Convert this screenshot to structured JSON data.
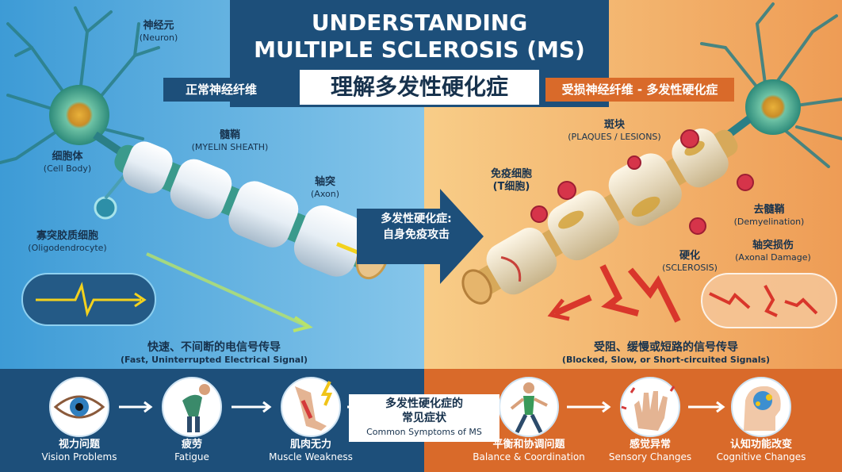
{
  "title": {
    "en_line1": "UNDERSTANDING",
    "en_line2": "MULTIPLE SCLEROSIS (MS)",
    "zh": "理解多发性硬化症"
  },
  "left": {
    "header": "正常神经纤维",
    "labels": {
      "neuron_zh": "神经元",
      "neuron_en": "(Neuron)",
      "cellbody_zh": "细胞体",
      "cellbody_en": "(Cell Body)",
      "oligo_zh": "寡突胶质细胞",
      "oligo_en": "(Oligodendrocyte)",
      "myelin_zh": "髓鞘",
      "myelin_en": "(MYELIN SHEATH)",
      "axon_zh": "轴突",
      "axon_en": "(Axon)"
    },
    "signal_zh": "快速、不间断的电信号传导",
    "signal_en": "(Fast, Uninterrupted Electrical Signal)"
  },
  "middle": {
    "arrow_line1": "多发性硬化症:",
    "arrow_line2": "自身免疫攻击"
  },
  "right": {
    "header": "受损神经纤维 - 多发性硬化症",
    "labels": {
      "plaques_zh": "斑块",
      "plaques_en": "(PLAQUES / LESIONS)",
      "tcell_zh1": "免疫细胞",
      "tcell_zh2": "(T细胞)",
      "demyel_zh": "去髓鞘",
      "demyel_en": "(Demyelination)",
      "axdmg_zh": "轴突损伤",
      "axdmg_en": "(Axonal Damage)",
      "scler_zh": "硬化",
      "scler_en": "(SCLEROSIS)"
    },
    "signal_zh": "受阻、缓慢或短路的信号传导",
    "signal_en": "(Blocked, Slow, or Short-circuited Signals)"
  },
  "symptoms": {
    "center_zh1": "多发性硬化症的",
    "center_zh2": "常见症状",
    "center_en": "Common Symptoms of MS",
    "items": [
      {
        "zh": "视力问题",
        "en": "Vision Problems",
        "icon": "eye-icon"
      },
      {
        "zh": "疲劳",
        "en": "Fatigue",
        "icon": "tired-person-icon"
      },
      {
        "zh": "肌肉无力",
        "en": "Muscle Weakness",
        "icon": "leg-pain-icon"
      },
      {
        "zh": "平衡和协调问题",
        "en": "Balance & Coordination",
        "icon": "walking-person-icon"
      },
      {
        "zh": "感觉异常",
        "en": "Sensory Changes",
        "icon": "tingling-hand-icon"
      },
      {
        "zh": "认知功能改变",
        "en": "Cognitive Changes",
        "icon": "brain-head-icon"
      }
    ]
  },
  "colors": {
    "left_bg": "#4aa3d8",
    "right_bg": "#f0a860",
    "title_bg": "#1d4f7a",
    "bottom_left": "#1d4f7a",
    "bottom_right": "#d96a2a"
  }
}
